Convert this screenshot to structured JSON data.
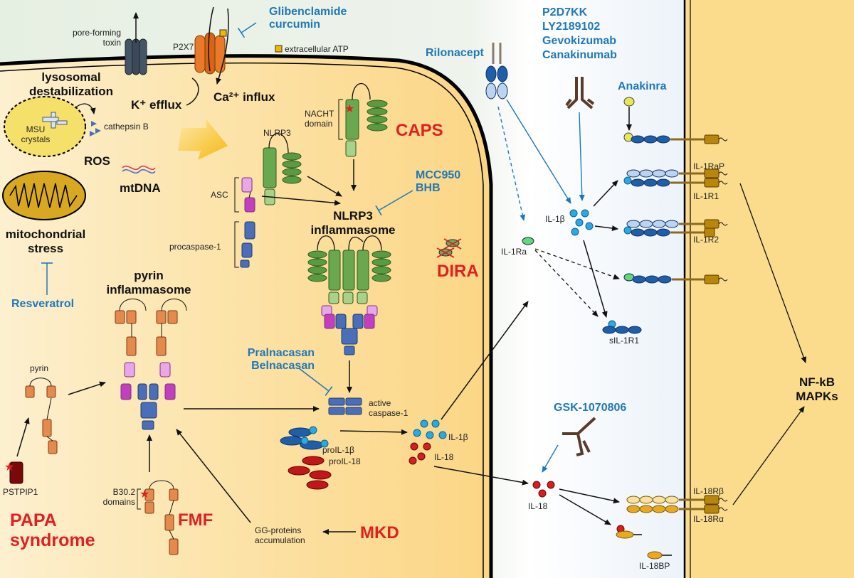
{
  "colors": {
    "extracellular": "#e6f0e2",
    "cytoplasm": "#fbdc8d",
    "membrane": "#000000",
    "drug": "#1f78b8",
    "disease": "#e02020",
    "nlrp3": "#6aa84f",
    "asc": "#cc66cc",
    "caspase": "#4a6fb8",
    "pyrin": "#e58a4f",
    "il1b": "#29abe2",
    "il18": "#d42020",
    "receptor": "#b8860b"
  },
  "labels": {
    "pore_toxin_line1": "pore-forming",
    "pore_toxin_line2": "toxin",
    "p2x7": "P2X7",
    "atp": "extracellular ATP",
    "k_efflux": "K⁺ efflux",
    "ca_influx": "Ca²⁺ influx",
    "lysosomal_line1": "lysosomal",
    "lysosomal_line2": "destabilization",
    "msu_line1": "MSU",
    "msu_line2": "crystals",
    "cathepsin": "cathepsin B",
    "ros": "ROS",
    "mtdna": "mtDNA",
    "mito_line1": "mitochondrial",
    "mito_line2": "stress",
    "nacht_line1": "NACHT",
    "nacht_line2": "domain",
    "nlrp3": "NLRP3",
    "asc": "ASC",
    "procaspase": "procaspase-1",
    "nlrp3_inf_line1": "NLRP3",
    "nlrp3_inf_line2": "inflammasome",
    "pyrin_inf_line1": "pyrin",
    "pyrin_inf_line2": "inflammasome",
    "pyrin": "pyrin",
    "pstpip1": "PSTPIP1",
    "b302_line1": "B30.2",
    "b302_line2": "domains",
    "active_casp_line1": "active",
    "active_casp_line2": "caspase-1",
    "proil1b": "proIL-1β",
    "proil18": "proIL-18",
    "il1b_mid": "IL-1β",
    "il18_mid": "IL-18",
    "gg_line1": "GG-proteins",
    "gg_line2": "accumulation",
    "il1ra": "IL-1Ra",
    "il1b_right": "IL-1β",
    "il1rap": "IL-1RaP",
    "il1r1": "IL-1R1",
    "il1r2": "IL-1R2",
    "sil1r1": "sIL-1R1",
    "il18_right": "IL-18",
    "il18rb": "IL-18Rβ",
    "il18ra": "IL-18Rα",
    "il18bp": "IL-18BP",
    "nfkb_line1": "NF-kB",
    "nfkb_line2": "MAPKs"
  },
  "drugs": {
    "glib_line1": "Glibenclamide",
    "glib_line2": "curcumin",
    "p2d_line1": "P2D7KK",
    "p2d_line2": "LY2189102",
    "p2d_line3": "Gevokizumab",
    "p2d_line4": "Canakinumab",
    "rilonacept": "Rilonacept",
    "anakinra": "Anakinra",
    "mcc_line1": "MCC950",
    "mcc_line2": "BHB",
    "resveratrol": "Resveratrol",
    "pral_line1": "Pralnacasan",
    "pral_line2": "Belnacasan",
    "gsk": "GSK-1070806"
  },
  "diseases": {
    "caps": "CAPS",
    "dira": "DIRA",
    "papa_line1": "PAPA",
    "papa_line2": "syndrome",
    "fmf": "FMF",
    "mkd": "MKD"
  }
}
